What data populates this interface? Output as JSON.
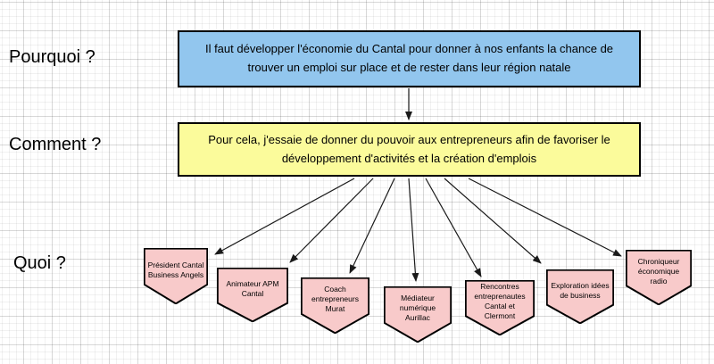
{
  "question_labels": {
    "why": "Pourquoi ?",
    "how": "Comment ?",
    "what": "Quoi ?"
  },
  "why_box": {
    "text": "Il faut développer l'économie du Cantal pour donner à nos enfants la chance de\ntrouver un emploi sur place et de rester dans leur région natale"
  },
  "how_box": {
    "text": "Pour cela, j'essaie de donner du pouvoir aux entrepreneurs afin de favoriser le\ndéveloppement d'activités et la création d'emplois"
  },
  "what_shapes": [
    {
      "text": "Président Cantal\nBusiness Angels"
    },
    {
      "text": "Animateur APM\nCantal"
    },
    {
      "text": "Coach\nentrepreneurs\nMurat"
    },
    {
      "text": "Médiateur\nnumérique\nAurillac"
    },
    {
      "text": "Rencontres\nentreprenautes\nCantal et\nClermont"
    },
    {
      "text": "Exploration idées\nde business"
    },
    {
      "text": "Chroniqueur\néconomique\nradio"
    }
  ],
  "colors": {
    "why_fill": "#92C6EE",
    "how_fill": "#FBFB9B",
    "what_fill": "#F8CACA",
    "outline": "#000000",
    "grid_line": "#E6E6E6"
  }
}
